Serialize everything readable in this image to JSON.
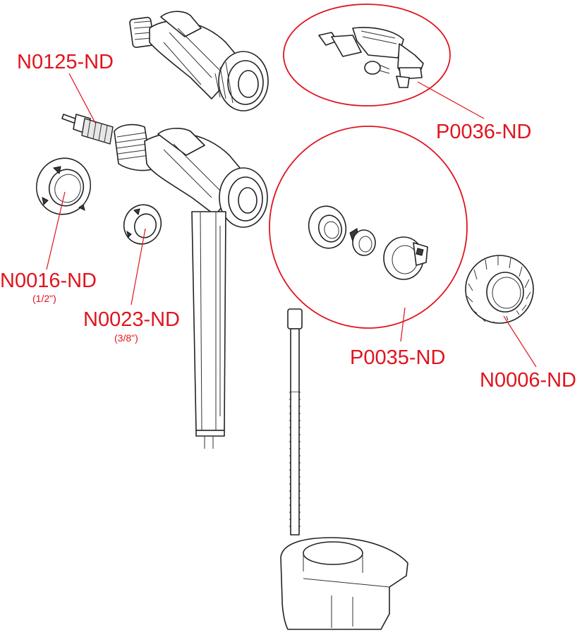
{
  "parts": [
    {
      "id": "n0125",
      "code": "N0125-ND"
    },
    {
      "id": "n0016",
      "code": "N0016-ND",
      "note": "(1/2\")"
    },
    {
      "id": "n0023",
      "code": "N0023-ND",
      "note": "(3/8\")"
    },
    {
      "id": "p0036",
      "code": "P0036-ND"
    },
    {
      "id": "p0035",
      "code": "P0035-ND"
    },
    {
      "id": "n0006",
      "code": "N0006-ND"
    }
  ],
  "colors": {
    "label": "#e0141e",
    "line": "#222222"
  }
}
